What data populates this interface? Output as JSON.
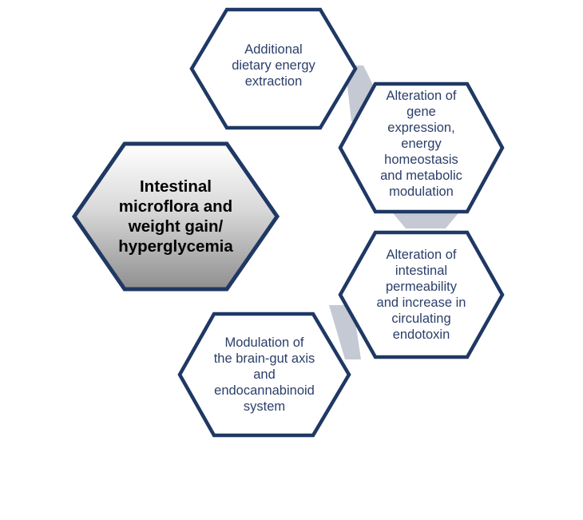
{
  "center": {
    "label": "Intestinal\nmicroflora and\nweight gain/\nhyperglycemia"
  },
  "mechanisms": [
    {
      "label": "Additional\ndietary energy\nextraction"
    },
    {
      "label": "Alteration of\ngene\nexpression,\nenergy\nhomeostasis\nand metabolic\nmodulation"
    },
    {
      "label": "Alteration of\nintestinal\npermeability\nand increase in\ncirculating\nendotoxin"
    },
    {
      "label": "Modulation of\nthe brain-gut axis\nand\nendocannabinoid\nsystem"
    }
  ],
  "colors": {
    "hex_border": "#1f3864",
    "connector": "#c5c9d3",
    "center_fill_top": "#ffffff",
    "center_fill_bottom": "#8f8f8f",
    "mechanism_text": "#2b3f6a",
    "center_text": "#000000"
  }
}
